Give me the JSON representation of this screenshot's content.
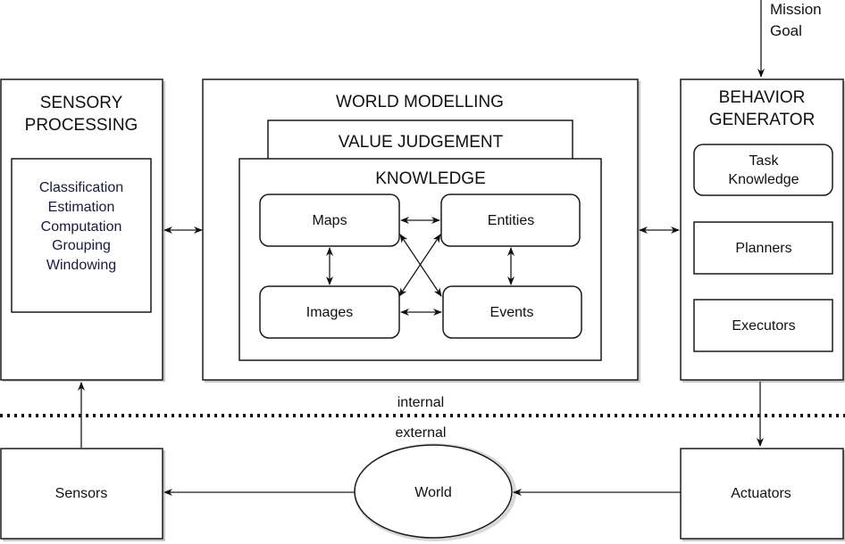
{
  "diagram": {
    "mission_goal": [
      "Mission",
      "Goal"
    ],
    "sensory_processing": {
      "title": [
        "SENSORY",
        "PROCESSING"
      ],
      "functions": [
        "Classification",
        "Estimation",
        "Computation",
        "Grouping",
        "Windowing"
      ]
    },
    "world_modelling": {
      "title": "WORLD MODELLING",
      "value_judgement": "VALUE JUDGEMENT",
      "knowledge": {
        "title": "KNOWLEDGE",
        "nodes": [
          "Maps",
          "Entities",
          "Images",
          "Events"
        ]
      }
    },
    "behavior_generator": {
      "title": [
        "BEHAVIOR",
        "GENERATOR"
      ],
      "components": [
        [
          "Task",
          "Knowledge"
        ],
        [
          "Planners"
        ],
        [
          "Executors"
        ]
      ]
    },
    "boundary": {
      "internal": "internal",
      "external": "external"
    },
    "external": {
      "sensors": "Sensors",
      "world": "World",
      "actuators": "Actuators"
    }
  }
}
